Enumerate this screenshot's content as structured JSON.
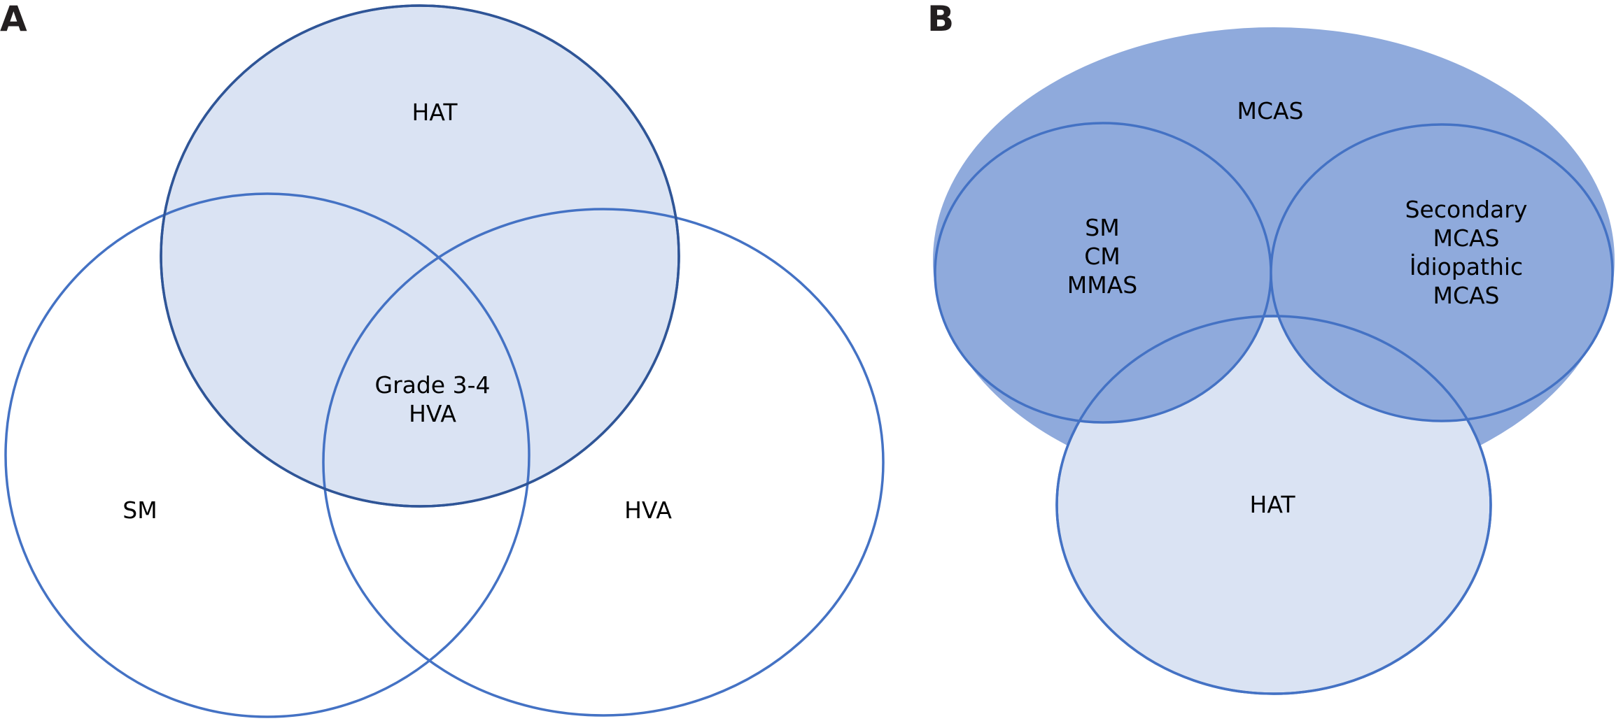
{
  "colors": {
    "outline_light": "#4472c4",
    "outline_dark": "#2f5597",
    "fill_light": "#dae3f3",
    "fill_medium": "#8faadc",
    "background": "#ffffff",
    "text": "#000000",
    "panel_letter": "#231f20"
  },
  "panel_a": {
    "letter": "A",
    "sets": {
      "hat": "HAT",
      "sm": "SM",
      "hva": "HVA"
    },
    "intersection": [
      "Grade 3-4",
      "HVA"
    ]
  },
  "panel_b": {
    "letter": "B",
    "sets": {
      "mcas": "MCAS",
      "hat": "HAT"
    },
    "left_group": [
      "SM",
      "CM",
      "MMAS"
    ],
    "right_group": [
      "Secondary",
      "MCAS",
      "İdiopathic",
      "MCAS"
    ]
  }
}
